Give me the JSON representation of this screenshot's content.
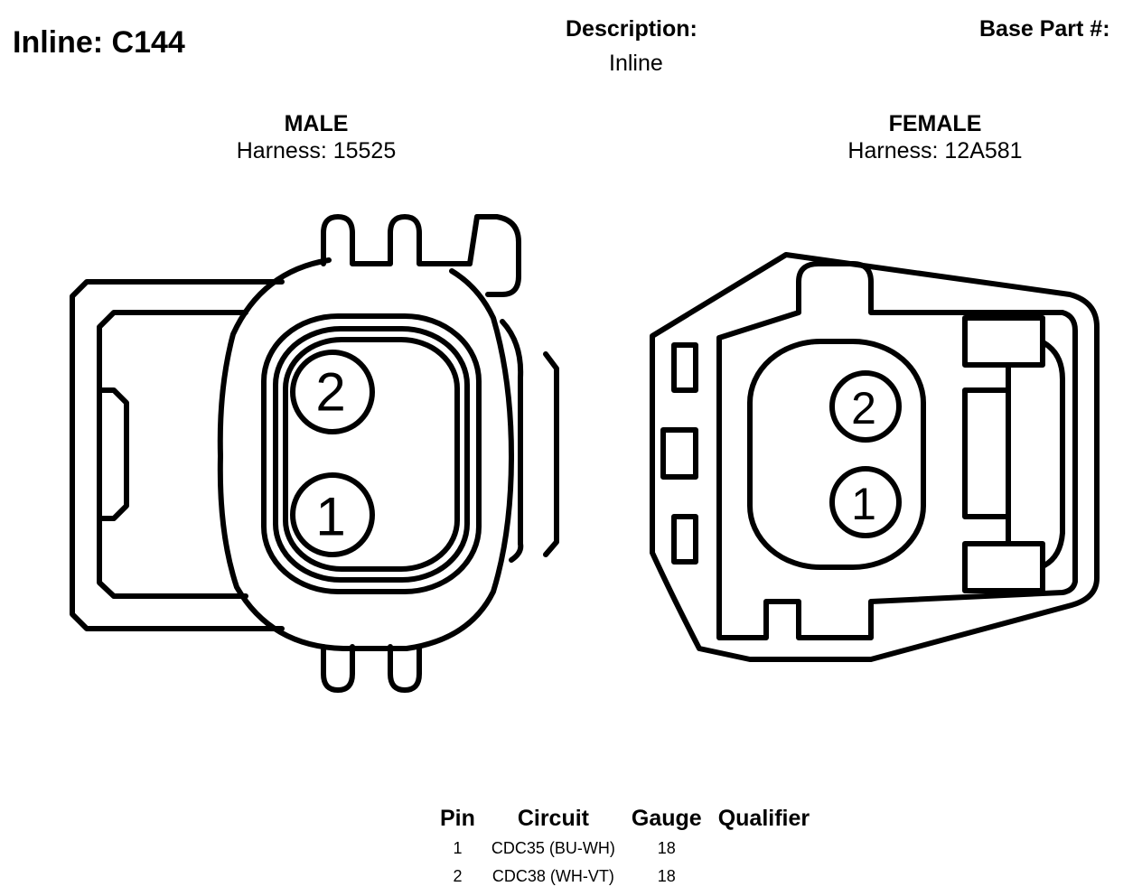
{
  "header": {
    "title": "Inline: C144",
    "description_label": "Description:",
    "description_value": "Inline",
    "base_part_label": "Base Part #:"
  },
  "male": {
    "gender": "MALE",
    "harness": "Harness: 15525",
    "pins": [
      "2",
      "1"
    ]
  },
  "female": {
    "gender": "FEMALE",
    "harness": "Harness: 12A581",
    "pins": [
      "2",
      "1"
    ]
  },
  "pin_table": {
    "headers": [
      "Pin",
      "Circuit",
      "Gauge",
      "Qualifier"
    ],
    "rows": [
      {
        "pin": "1",
        "circuit": "CDC35 (BU-WH)",
        "gauge": "18",
        "qualifier": ""
      },
      {
        "pin": "2",
        "circuit": "CDC38 (WH-VT)",
        "gauge": "18",
        "qualifier": ""
      }
    ]
  },
  "colors": {
    "line": "#000000",
    "background": "#ffffff"
  }
}
